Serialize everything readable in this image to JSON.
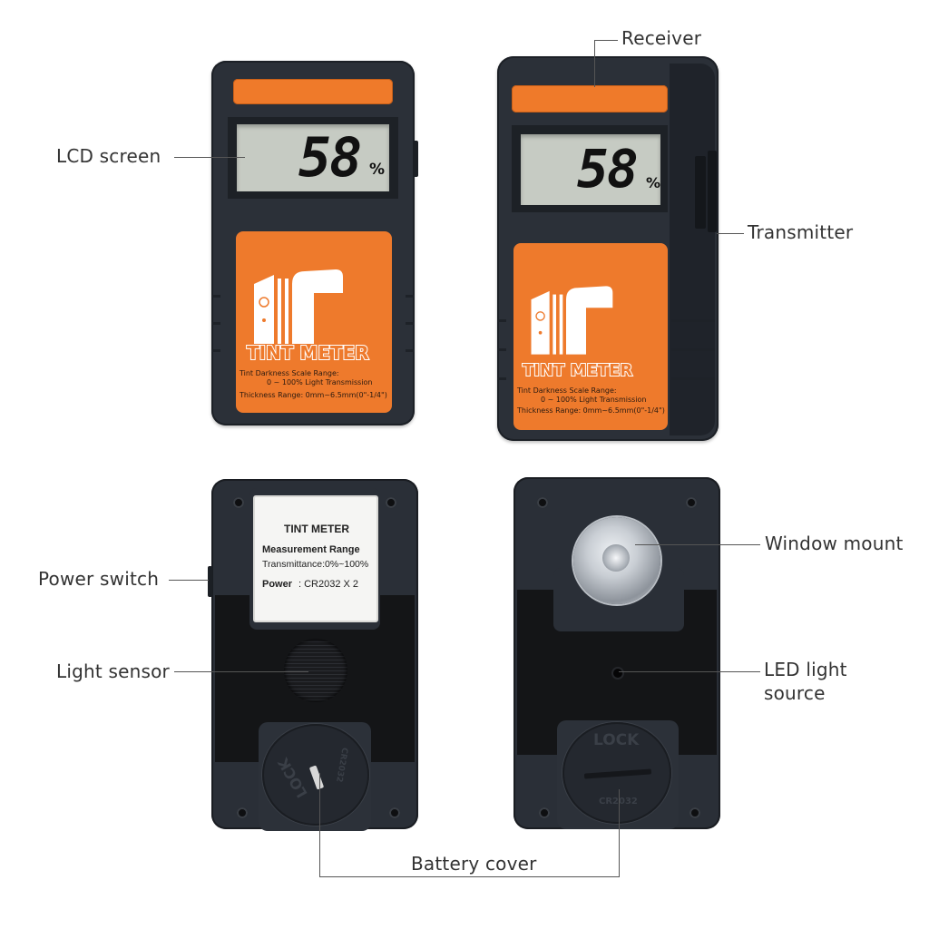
{
  "diagram": {
    "subject": "Tint meter front and back views with labeled parts",
    "callouts": {
      "lcd_screen": "LCD screen",
      "receiver": "Receiver",
      "transmitter": "Transmitter",
      "power_switch": "Power switch",
      "light_sensor": "Light sensor",
      "window_mount": "Window mount",
      "led_light_source_line1": "LED light",
      "led_light_source_line2": "source",
      "battery_cover": "Battery cover"
    },
    "front_left": {
      "reading": "58",
      "unit": "%",
      "brand": "TINT METER",
      "spec_line1": "Tint Darkness Scale Range:",
      "spec_line2": "0 ~ 100% Light Transmission",
      "spec_line3": "Thickness Range: 0mm~6.5mm(0\"-1/4\")"
    },
    "front_right": {
      "reading": "58",
      "unit": "%",
      "brand": "TINT METER",
      "spec_line1": "Tint Darkness Scale Range:",
      "spec_line2": "0 ~ 100% Light Transmission",
      "spec_line3": "Thickness Range: 0mm~6.5mm(0\"-1/4\")"
    },
    "back_left": {
      "card_title": "TINT METER",
      "card_heading": "Measurement Range",
      "card_range": "Transmittance:0%~100%",
      "card_power_label": "Power",
      "card_power_value": ": CR2032 X 2",
      "cover_lock": "LOCK",
      "cover_battery": "CR2032"
    },
    "back_right": {
      "cover_lock": "LOCK",
      "cover_battery": "CR2032"
    },
    "colors": {
      "accent_orange": "#ee7a2c",
      "body_dark": "#2b3038",
      "lcd_bg": "#c6cbc3",
      "velcro": "#141517",
      "leader_line": "#555555"
    }
  }
}
